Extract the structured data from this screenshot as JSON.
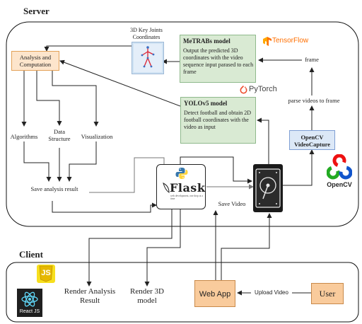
{
  "sections": {
    "server": "Server",
    "client": "Client"
  },
  "keypoints": {
    "title": "3D Key Joints Coordinates"
  },
  "metrabs": {
    "title": "MeTRABs model",
    "desc": "Output the predicted 3D coordinates with the video sequence input parased to each frame"
  },
  "yolo": {
    "title": "YOLOv5 model",
    "desc": "Detect football and obtain 2D football coordinates with the video as input"
  },
  "analysis": {
    "label": "Analysis and Computation"
  },
  "branches": {
    "algorithms": "Algorithms",
    "data_structure": "Data Structure",
    "visualization": "Visualization"
  },
  "save_analysis": "Save analysis result",
  "save_video": "Save Video",
  "frame": "frame",
  "parse_videos": "parse videos to frame",
  "opencv_capture": "OpenCV VideoCapture",
  "logos": {
    "tensorflow": "TensorFlow",
    "pytorch": "PyTorch",
    "opencv": "OpenCV",
    "flask": "Flask",
    "flask_tagline": "web development, one drop at a time",
    "js": "JS",
    "reactjs": "React JS"
  },
  "client": {
    "render_analysis": "Render Analysis Result",
    "render_3d": "Render 3D model",
    "web_app": "Web App",
    "upload_video": "Upload Video",
    "user": "User"
  },
  "colors": {
    "green_box": "#d9ead3",
    "green_border": "#8fb98c",
    "orange_box": "#fde5cc",
    "orange_border": "#e3a157",
    "peach_box": "#f9cb9c",
    "blue_box": "#dce8f7",
    "blue_border": "#7f9fd4"
  }
}
